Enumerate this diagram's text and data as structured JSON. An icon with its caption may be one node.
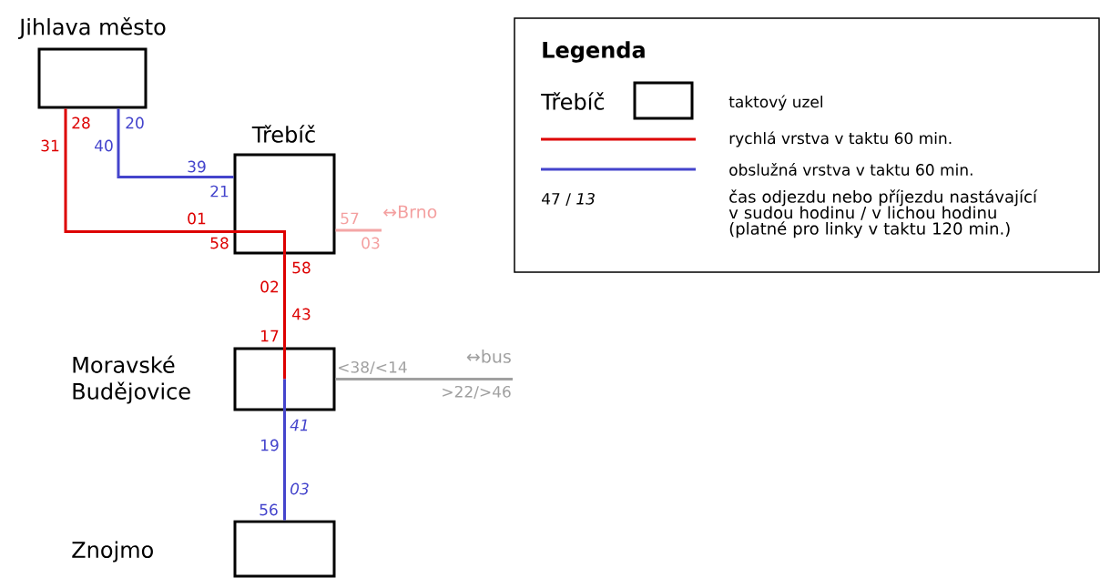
{
  "diagram": {
    "nodes": [
      {
        "text": [
          "Jihlava město"
        ]
      },
      {
        "text": [
          "Třebíč"
        ]
      },
      {
        "text": [
          "Moravské Budějovice"
        ]
      },
      {
        "text": [
          "Znojmo"
        ]
      },
      {
        "text": [
          "↔Brno"
        ]
      },
      {
        "text": [
          "↔bus"
        ]
      }
    ],
    "edges": [
      {
        "from": 0,
        "to": 1,
        "arrow": "none",
        "color": "#dd0000"
      },
      {
        "from": 0,
        "to": 1,
        "arrow": "none",
        "color": "#4444cc"
      },
      {
        "from": 1,
        "to": 2,
        "arrow": "none",
        "color": "#dd0000"
      },
      {
        "from": 2,
        "to": 3,
        "arrow": "none",
        "color": "#4444cc"
      },
      {
        "from": 1,
        "to": 4,
        "arrow": "none",
        "color": "#f4a6a6"
      },
      {
        "from": 2,
        "to": 5,
        "arrow": "none",
        "color": "#a0a0a0"
      }
    ],
    "labels": [
      "Legenda",
      "Třebíč",
      "47 / *13*",
      "28",
      "20",
      "31",
      "40",
      "39",
      "21",
      "01",
      "57",
      "58",
      "03",
      "58",
      "02",
      "43",
      "17",
      "<38/<14",
      ">22/>46",
      "41",
      "19",
      "03",
      "56"
    ],
    "legend": [
      {
        "text": "taktový uzel"
      },
      {
        "text": "rychlá vrstva v taktu 60 min."
      },
      {
        "text": "obslužná vrstva v taktu 60 min."
      },
      {
        "text": "čas odjezdu nebo příjezdu nastávající v sudou hodinu / v lichou hodinu (platné pro linky v taktu 120 min.)"
      }
    ]
  }
}
